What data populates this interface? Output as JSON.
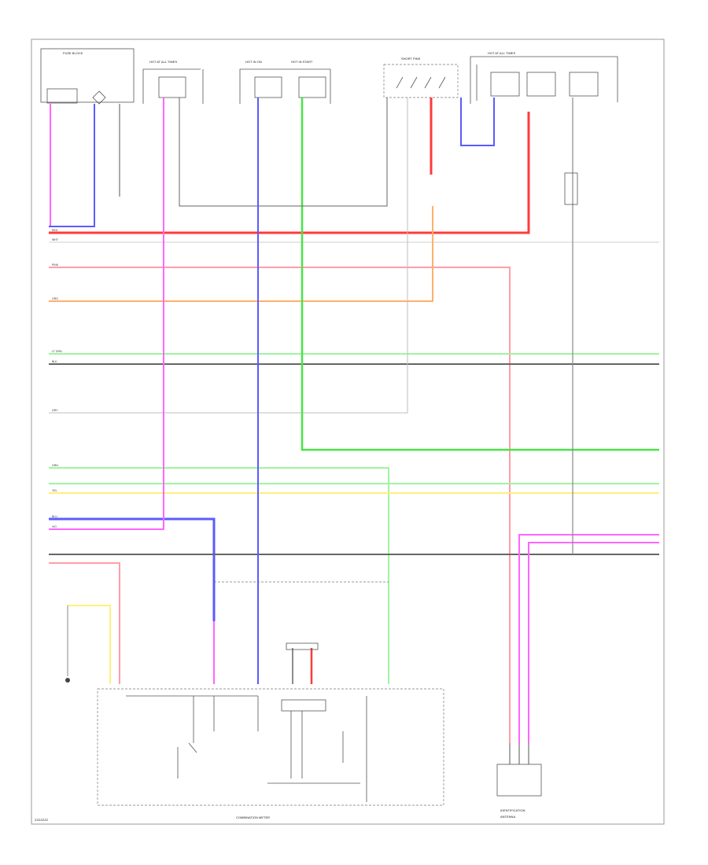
{
  "diagram": {
    "page_code": "ZZZZZZZ",
    "colors": {
      "red": "#ff3a3a",
      "pink": "#ff9ea8",
      "orange": "#ffb06a",
      "green": "#49e349",
      "light_green": "#9ff59f",
      "yellow": "#fff07a",
      "blue": "#5b5bff",
      "violet": "#ff66ff",
      "gray": "#8a8a8a",
      "black": "#444444"
    },
    "top_components": [
      {
        "label": "FUSE BLOCK"
      },
      {
        "label": "HOT AT ALL TIMES"
      },
      {
        "label": "HOT IN ON"
      },
      {
        "label": "HOT IN START"
      },
      {
        "label": "SHORT PINS"
      },
      {
        "label": "HOT AT ALL TIMES"
      }
    ],
    "bottom_components": [
      {
        "label": "COMBINATION METER"
      },
      {
        "label": "IDENTIFICATION"
      },
      {
        "label": "ANTENNA"
      }
    ],
    "wire_labels": {
      "red": "RED",
      "pink": "PINK",
      "orange": "ORG",
      "green": "GRN",
      "light_green": "LT GRN",
      "yellow": "YEL",
      "blue": "BLU",
      "violet": "VIO",
      "black": "BLK",
      "white": "WHT",
      "gray": "GRY"
    }
  }
}
